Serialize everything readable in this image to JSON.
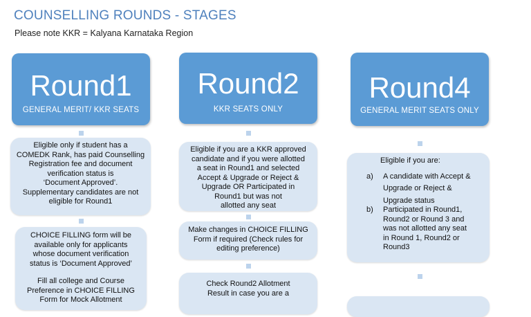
{
  "header": {
    "title": "COUNSELLING ROUNDS - STAGES",
    "note": "Please note KKR = Kalyana Karnataka Region"
  },
  "round1": {
    "title": "Round1",
    "subtitle": "GENERAL MERIT/ KKR SEATS",
    "eligibility": [
      "Eligible only if student has a",
      "COMEDK Rank, has paid Counselling",
      "Registration fee and document",
      "verification status is",
      "‘Document Approved’.",
      "Supplementary candidates are not",
      "eligible for Round1"
    ],
    "choice_filling": [
      "CHOICE FILLING form will be",
      "available only for applicants",
      "whose document verification",
      "status is ‘Document Approved’"
    ],
    "preference": [
      "Fill all college and Course",
      "Preference in  CHOICE FILLING",
      "Form for Mock Allotment"
    ]
  },
  "round2": {
    "title": "Round2",
    "subtitle": "KKR SEATS ONLY",
    "eligibility": [
      "Eligible if you are a KKR approved",
      "candidate and if you were allotted",
      "a seat in Round1 and selected",
      "Accept & Upgrade or Reject &",
      "Upgrade OR Participated in",
      "Round1 but was not",
      "allotted any seat"
    ],
    "changes": [
      "Make changes in CHOICE FILLING",
      "Form if required (Check rules for",
      "editing preference)"
    ],
    "check": [
      "Check Round2 Allotment",
      "Result in case you are a"
    ]
  },
  "round4": {
    "title": "Round4",
    "subtitle": "GENERAL MERIT SEATS ONLY",
    "eligible_label": "Eligible if you are:",
    "items": [
      {
        "marker": "a)",
        "lines": [
          "A candidate with Accept &",
          "Upgrade or Reject &",
          "Upgrade status"
        ]
      },
      {
        "marker": "b)",
        "lines": [
          "Participated in Round1,",
          "Round2 or Round 3 and",
          "was not allotted any seat",
          "in Round 1, Round2 or",
          "Round3"
        ]
      }
    ]
  }
}
